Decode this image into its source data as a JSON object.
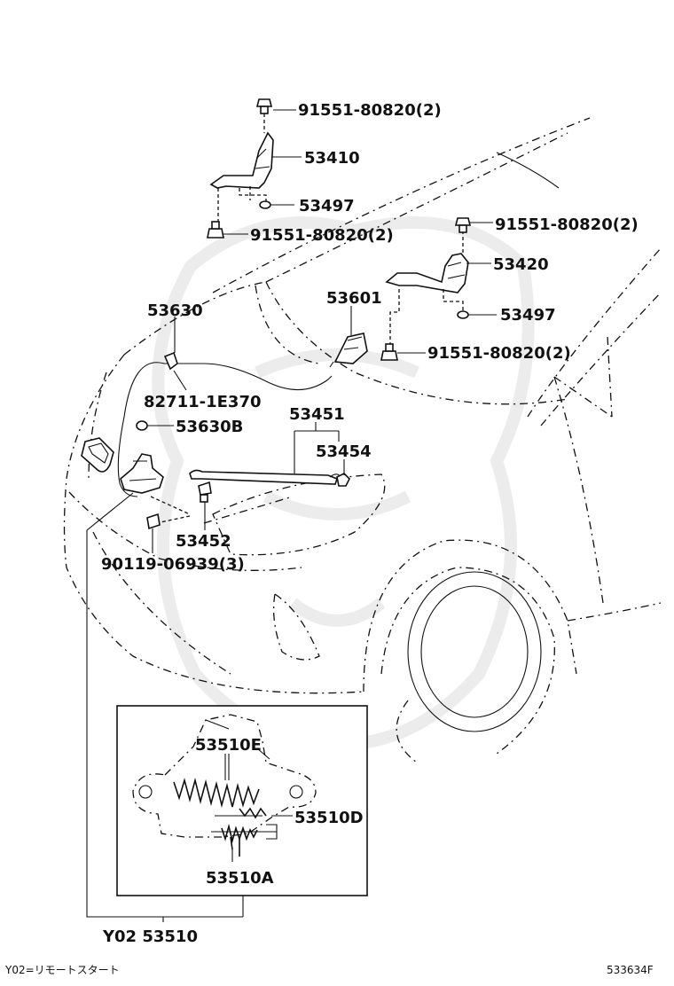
{
  "labels": {
    "bolt_upper_left": "91551-80820(2)",
    "hinge_left": "53410",
    "washer_left": "53497",
    "bolt_lower_left": "91551-80820(2)",
    "bolt_upper_right": "91551-80820(2)",
    "hinge_right": "53420",
    "hood_cable": "53630",
    "release_lever": "53601",
    "washer_right": "53497",
    "bolt_lower_right": "91551-80820(2)",
    "clip_82711": "82711-1E370",
    "cable_clip": "53630B",
    "support_rod_assy": "53451",
    "rod_holder": "53454",
    "rod_grommet": "53452",
    "lock_bolt": "90119-06939(3)",
    "inset_part_e": "53510E",
    "inset_part_d": "53510D",
    "inset_part_a": "53510A",
    "hood_lock": "Y02 53510"
  },
  "footer": {
    "note": "Y02=リモートスタート",
    "diagram_code": "533634F"
  }
}
